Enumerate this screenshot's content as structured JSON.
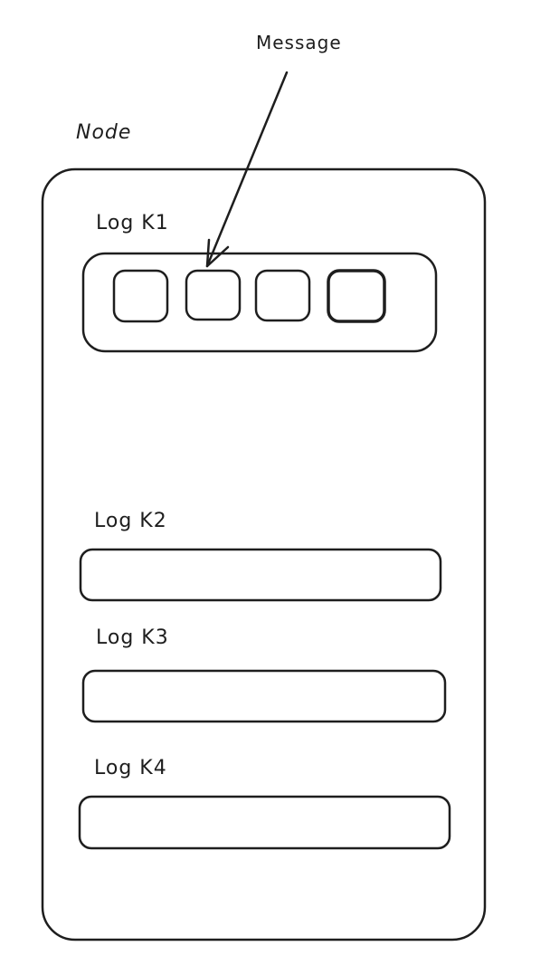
{
  "diagram": {
    "node": {
      "title": "Node"
    },
    "message_annotation": {
      "label": "Message"
    },
    "logs": [
      {
        "label": "Log K1",
        "message_count": 4
      },
      {
        "label": "Log K2",
        "message_count": 0
      },
      {
        "label": "Log K3",
        "message_count": 0
      },
      {
        "label": "Log K4",
        "message_count": 0
      }
    ],
    "colors": {
      "stroke": "#1e1e1e",
      "background": "#ffffff"
    }
  }
}
